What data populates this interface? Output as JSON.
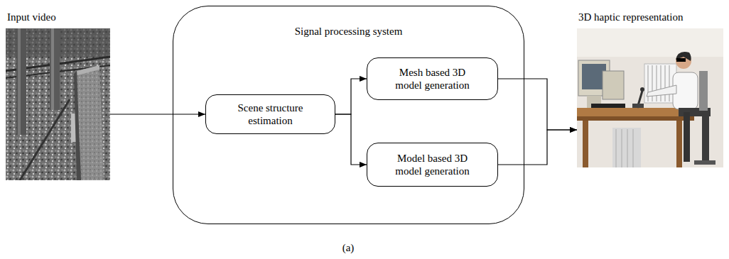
{
  "diagram": {
    "caption": "(a)",
    "nodes": [
      {
        "text": [
          "Input video"
        ]
      },
      {
        "text": [
          "Signal processing system"
        ]
      },
      {
        "text": [
          "Scene structure estimation"
        ],
        "in": 1
      },
      {
        "text": [
          "Mesh based 3D model generation"
        ],
        "in": 1
      },
      {
        "text": [
          "Model based 3D model generation"
        ],
        "in": 1
      },
      {
        "text": [
          "3D haptic representation"
        ]
      }
    ],
    "edges": [
      {
        "from": 0,
        "to": 2,
        "arrow": "to"
      },
      {
        "from": 2,
        "to": 3,
        "arrow": "to"
      },
      {
        "from": 2,
        "to": 4,
        "arrow": "to"
      },
      {
        "from": 3,
        "to": 5,
        "arrow": "to"
      },
      {
        "from": 4,
        "to": 5,
        "arrow": "to"
      }
    ]
  }
}
